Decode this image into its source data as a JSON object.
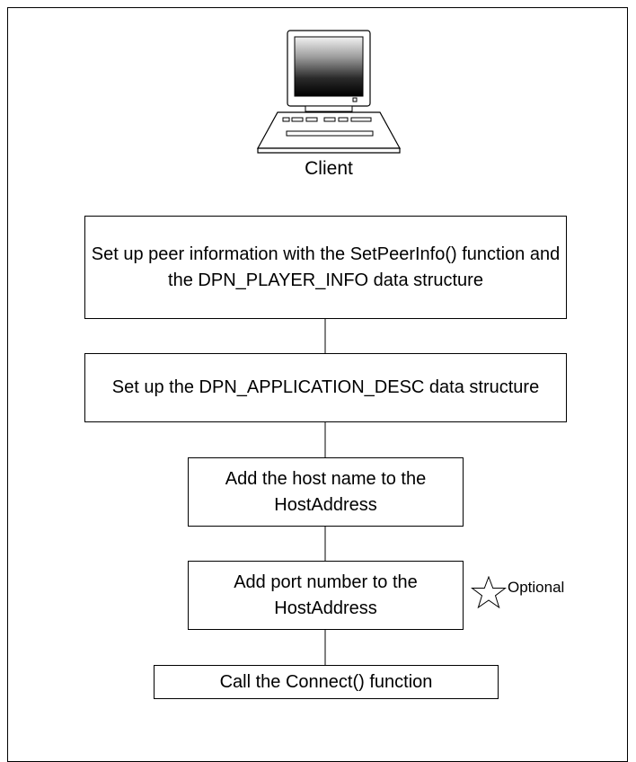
{
  "diagram": {
    "node_label": "Client",
    "steps": [
      {
        "label": "Set up peer information with the SetPeerInfo() function and the DPN_PLAYER_INFO data structure"
      },
      {
        "label": "Set up the DPN_APPLICATION_DESC data structure"
      },
      {
        "label": "Add the host name to the HostAddress"
      },
      {
        "label": "Add port number to the HostAddress"
      },
      {
        "label": "Call the Connect() function"
      }
    ],
    "annotation": {
      "label": "Optional",
      "icon": "star-icon"
    }
  }
}
